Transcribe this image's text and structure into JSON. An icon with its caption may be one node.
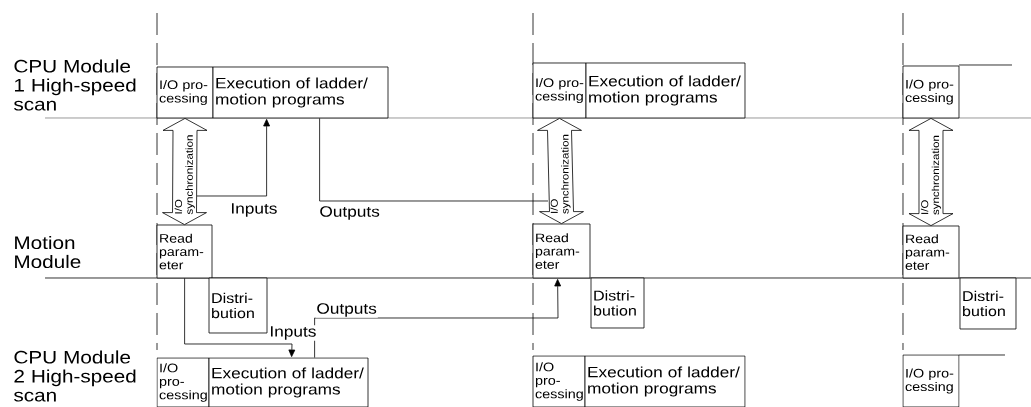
{
  "diagram": {
    "nodes": [
      {
        "text": [
          "I/O pro-cessing"
        ]
      },
      {
        "text": [
          "Execution of ladder/ motion programs"
        ]
      },
      {
        "text": [
          "I/O pro-cessing"
        ]
      },
      {
        "text": [
          "Execution of ladder/ motion programs"
        ]
      },
      {
        "text": [
          "I/O pro-cessing"
        ]
      },
      {
        "text": [
          "Read param-eter"
        ]
      },
      {
        "text": [
          "Distri-bution"
        ]
      },
      {
        "text": [
          "Read param-eter"
        ]
      },
      {
        "text": [
          "Distri-bution"
        ]
      },
      {
        "text": [
          "Read param-eter"
        ]
      },
      {
        "text": [
          "Distri-bution"
        ]
      },
      {
        "text": [
          "I/O pro-cessing"
        ]
      },
      {
        "text": [
          "Execution of ladder/ motion programs"
        ]
      },
      {
        "text": [
          "I/O pro-cessing"
        ]
      },
      {
        "text": [
          "Execution of ladder/ motion programs"
        ]
      },
      {
        "text": [
          "I/O pro-cessing"
        ]
      }
    ],
    "edges": [
      {
        "from": 0,
        "to": 5,
        "arrow": "both",
        "label": "I/O synchronization"
      },
      {
        "from": 2,
        "to": 7,
        "arrow": "both",
        "label": "I/O synchronization"
      },
      {
        "from": 4,
        "to": 9,
        "arrow": "both",
        "label": "I/O synchronization"
      },
      {
        "from": null,
        "to": 1,
        "arrow": "to",
        "label": "Inputs"
      },
      {
        "from": 1,
        "to": null,
        "arrow": "none",
        "label": "Outputs"
      },
      {
        "from": 5,
        "to": 12,
        "arrow": "to",
        "label": "Inputs"
      },
      {
        "from": 12,
        "to": 7,
        "arrow": "to",
        "label": "Outputs"
      }
    ],
    "labels": [
      "CPU Module 1 High-speed scan",
      "Motion Module",
      "CPU Module 2 High-speed scan"
    ]
  }
}
